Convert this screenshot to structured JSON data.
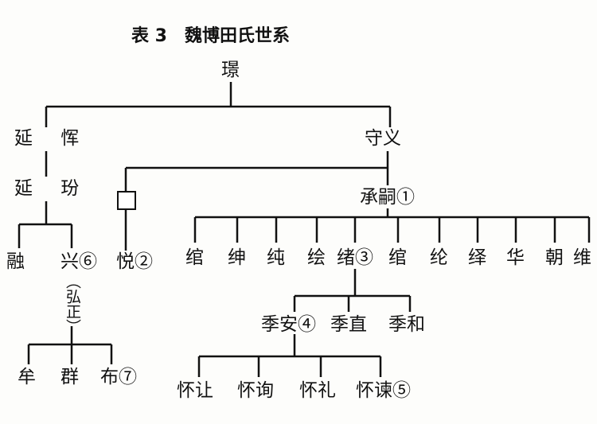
{
  "title": "表 3　魏博田氏世系",
  "nodes": {
    "root": "璟",
    "yanhui": "延 恽",
    "yanfen": "延 玢",
    "rong": "融",
    "xing": "兴⑥",
    "xing_note": "（弘正）",
    "mou": "牟",
    "qun": "群",
    "bu": "布⑦",
    "shouyi": "守义",
    "yue": "悦②",
    "chengsi": "承嗣①",
    "sons": [
      "绾",
      "绅",
      "纯",
      "绘",
      "绪③",
      "绾",
      "纶",
      "绎",
      "华",
      "朝",
      "维"
    ],
    "jian": "季安④",
    "jizhi": "季直",
    "jihe": "季和",
    "grandsons": [
      "怀让",
      "怀询",
      "怀礼",
      "怀谏⑤"
    ]
  }
}
